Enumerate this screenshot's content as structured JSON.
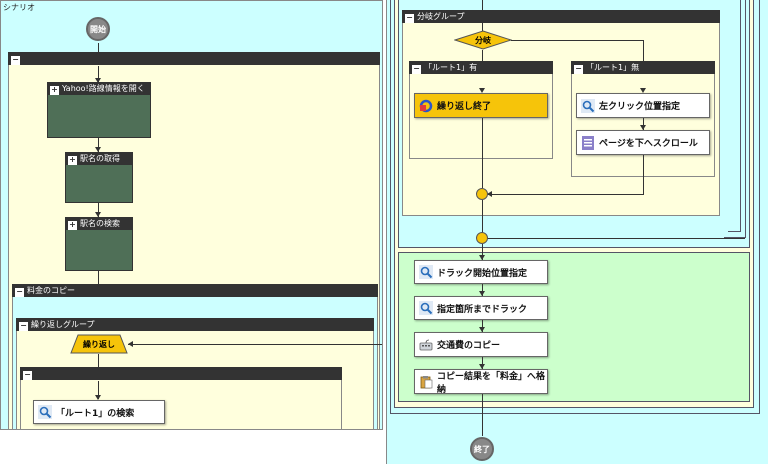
{
  "left_panel": {
    "title": "シナリオ",
    "start_label": "開始",
    "group_blank_title": "",
    "yahoo_title": "Yahoo!路線情報を開く",
    "station_get_title": "駅名の取得",
    "station_search_title": "駅名の検索",
    "fare_copy_title": "料金のコピー",
    "loop_group_title": "繰り返しグループ",
    "loop_label": "繰り返し",
    "inner_group_title": "",
    "route_search_label": "「ルート1」の検索"
  },
  "right_panel": {
    "branch_group_title": "分岐グループ",
    "branch_label": "分岐",
    "route_yes_title": "「ルート1」有",
    "route_no_title": "「ルート1」無",
    "loop_end_label": "繰り返し終了",
    "left_click_label": "左クリック位置指定",
    "scroll_down_label": "ページを下へスクロール",
    "drag_start_label": "ドラック開始位置指定",
    "drag_to_label": "指定箇所までドラック",
    "copy_fare_label": "交通費のコピー",
    "store_result_label": "コピー結果を「料金」へ格納",
    "end_label": "終了"
  },
  "colors": {
    "panel_cyan": "#ccffff",
    "group_yellow": "#ffffdd",
    "group_green": "#ccffcc",
    "header_dark": "#333333",
    "node_green": "#4f6f57",
    "accent_orange": "#f6c40a"
  }
}
